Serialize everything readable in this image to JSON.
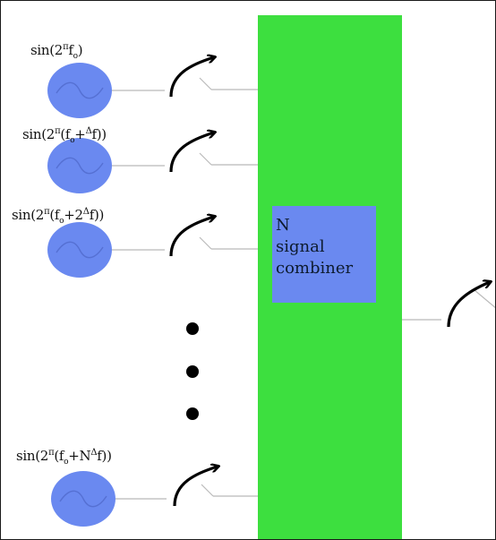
{
  "combiner": {
    "line1": "N",
    "line2": "signal",
    "line3": "combiner"
  },
  "oscillators": [
    {
      "label_pre": "sin(2",
      "label_pi": "π",
      "label_f": "f",
      "label_sub": "o",
      "label_delta": "",
      "label_post": ")"
    },
    {
      "label_pre": "sin(2",
      "label_pi": "π",
      "label_f": "(f",
      "label_sub": "o",
      "label_plus": "+",
      "label_delta": "Δ",
      "label_post": "f))"
    },
    {
      "label_pre": "sin(2",
      "label_pi": "π",
      "label_f": "(f",
      "label_sub": "o",
      "label_plus": "+2",
      "label_delta": "Δ",
      "label_post": "f))"
    },
    {
      "label_pre": "sin(2",
      "label_pi": "π",
      "label_f": "(f",
      "label_sub": "o",
      "label_plus": "+N",
      "label_delta": "Δ",
      "label_post": "f))"
    }
  ],
  "colors": {
    "combiner_bar": "#3ddf3f",
    "combiner_box": "#6a89f0",
    "oscillator_fill": "#6a89f0",
    "wire": "#b9b9b9",
    "antenna": "#000000"
  },
  "icons": [
    "sine-oscillator-icon",
    "antenna-arrow-icon",
    "ellipsis-dot-icon"
  ]
}
